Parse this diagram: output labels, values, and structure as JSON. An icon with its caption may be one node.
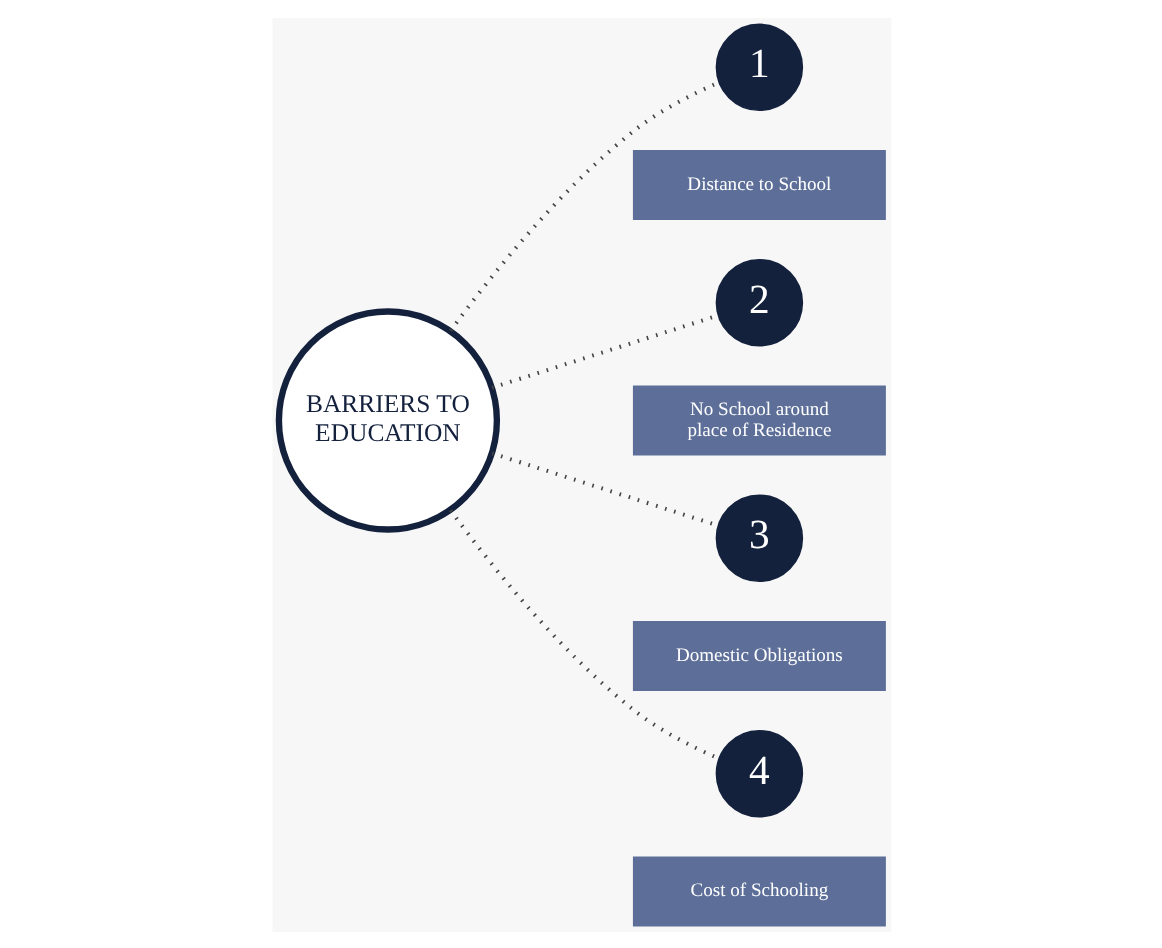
{
  "diagram": {
    "nodes": [
      {
        "text": [
          "BARRIERS TO EDUCATION"
        ]
      },
      {
        "text": [
          "1"
        ]
      },
      {
        "text": [
          "Distance to School"
        ]
      },
      {
        "text": [
          "2"
        ]
      },
      {
        "text": [
          "No School around place of Residence"
        ]
      },
      {
        "text": [
          "3"
        ]
      },
      {
        "text": [
          "Domestic Obligations"
        ]
      },
      {
        "text": [
          "4"
        ]
      },
      {
        "text": [
          "Cost of Schooling"
        ]
      }
    ],
    "edges": [
      {
        "from": 0,
        "to": 1,
        "arrow": "none",
        "style": "dashed"
      },
      {
        "from": 0,
        "to": 3,
        "arrow": "none",
        "style": "dashed"
      },
      {
        "from": 0,
        "to": 5,
        "arrow": "none",
        "style": "dashed"
      },
      {
        "from": 0,
        "to": 7,
        "arrow": "none",
        "style": "dashed"
      }
    ]
  }
}
